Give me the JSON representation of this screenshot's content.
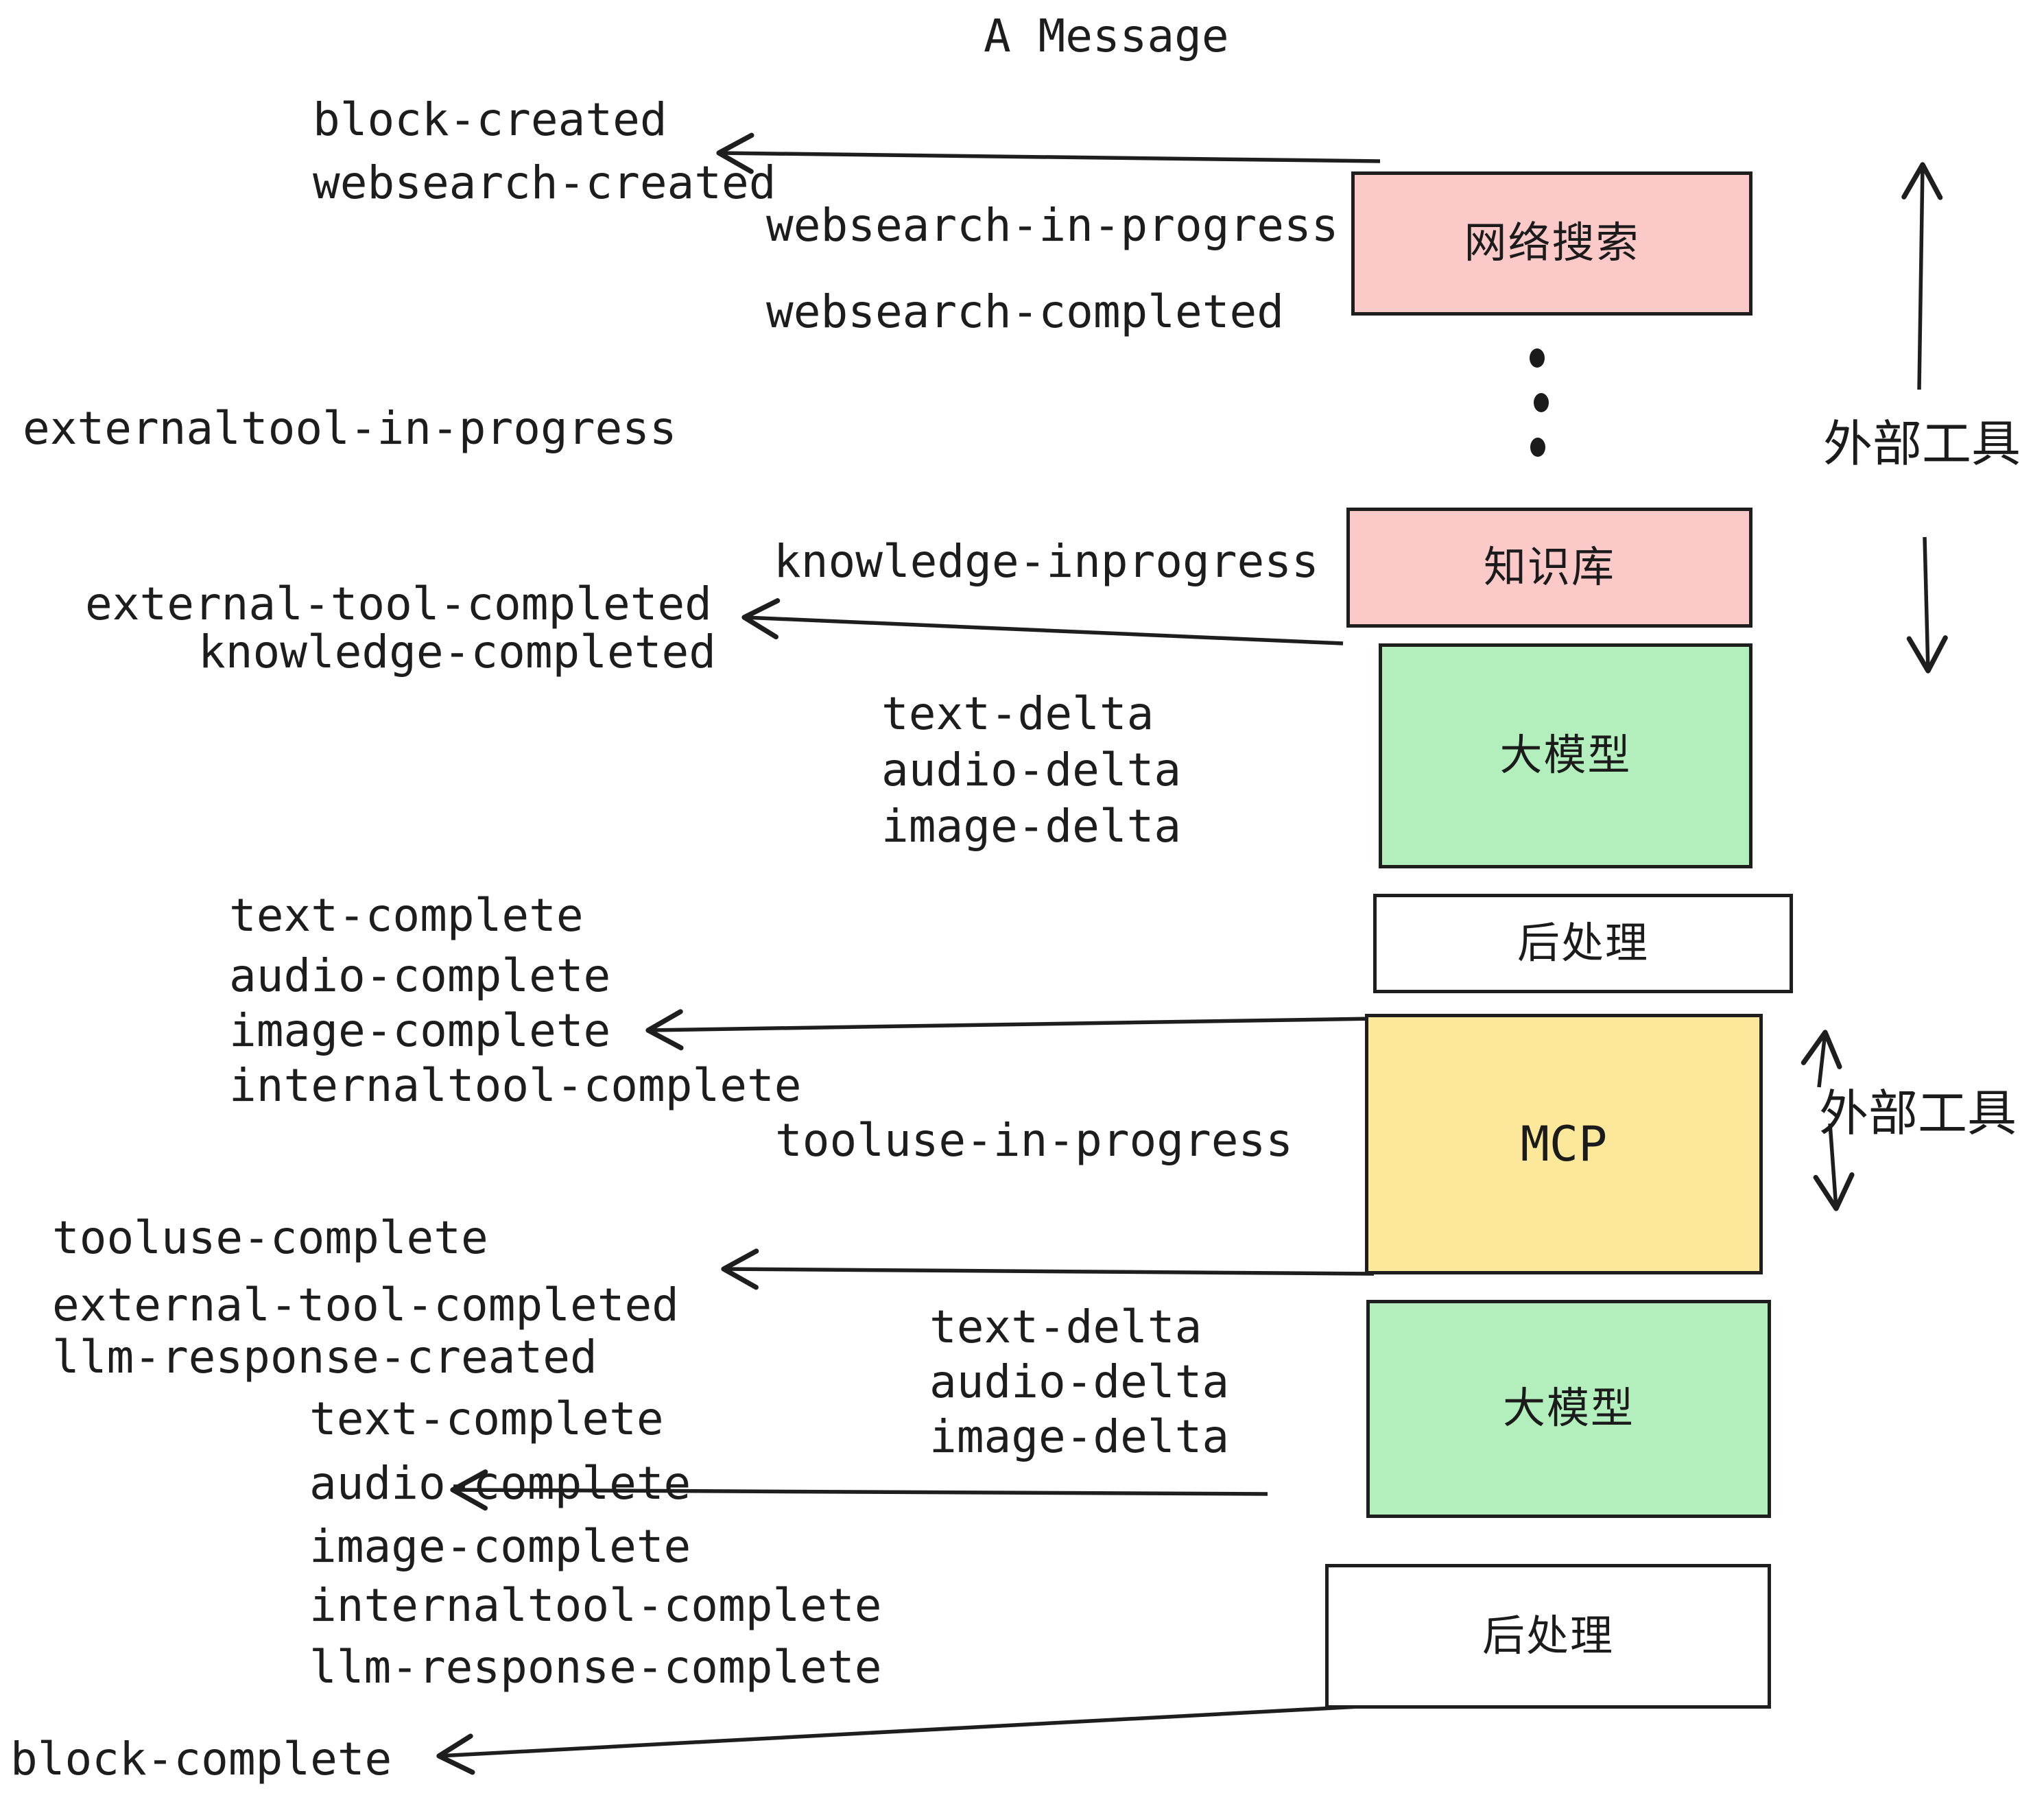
{
  "title": "A Message",
  "colors": {
    "ink": "#1d1d1d",
    "stroke": "#1e1e1e",
    "pink": "#fcc9c9",
    "green": "#b3efbd",
    "yellow": "#fbe89a",
    "white": "#ffffff"
  },
  "boxes": [
    {
      "id": "websearch",
      "label": "网络搜索",
      "color": "#fcc9c9"
    },
    {
      "id": "knowledge",
      "label": "知识库",
      "color": "#fcc9c9"
    },
    {
      "id": "llm-1",
      "label": "大模型",
      "color": "#b3efbd"
    },
    {
      "id": "postprocess-1",
      "label": "后处理",
      "color": "#ffffff"
    },
    {
      "id": "mcp",
      "label": "MCP",
      "color": "#fbe89a"
    },
    {
      "id": "llm-2",
      "label": "大模型",
      "color": "#b3efbd"
    },
    {
      "id": "postprocess-2",
      "label": "后处理",
      "color": "#ffffff"
    }
  ],
  "side_labels": [
    {
      "text": "外部工具"
    },
    {
      "text": "外部工具"
    }
  ],
  "events": [
    {
      "text": "block-created"
    },
    {
      "text": "websearch-created"
    },
    {
      "text": "websearch-in-progress"
    },
    {
      "text": "websearch-completed"
    },
    {
      "text": "externaltool-in-progress"
    },
    {
      "text": "knowledge-inprogress"
    },
    {
      "text": "external-tool-completed"
    },
    {
      "text": "knowledge-completed"
    },
    {
      "text": "text-delta"
    },
    {
      "text": "audio-delta"
    },
    {
      "text": "image-delta"
    },
    {
      "text": "text-complete"
    },
    {
      "text": "audio-complete"
    },
    {
      "text": "image-complete"
    },
    {
      "text": "internaltool-complete"
    },
    {
      "text": "tooluse-in-progress"
    },
    {
      "text": "tooluse-complete"
    },
    {
      "text": "external-tool-completed"
    },
    {
      "text": "llm-response-created"
    },
    {
      "text": "text-complete"
    },
    {
      "text": "audio-complete"
    },
    {
      "text": "image-complete"
    },
    {
      "text": "internaltool-complete"
    },
    {
      "text": "llm-response-complete"
    },
    {
      "text": "text-delta"
    },
    {
      "text": "audio-delta"
    },
    {
      "text": "image-delta"
    },
    {
      "text": "block-complete"
    }
  ]
}
